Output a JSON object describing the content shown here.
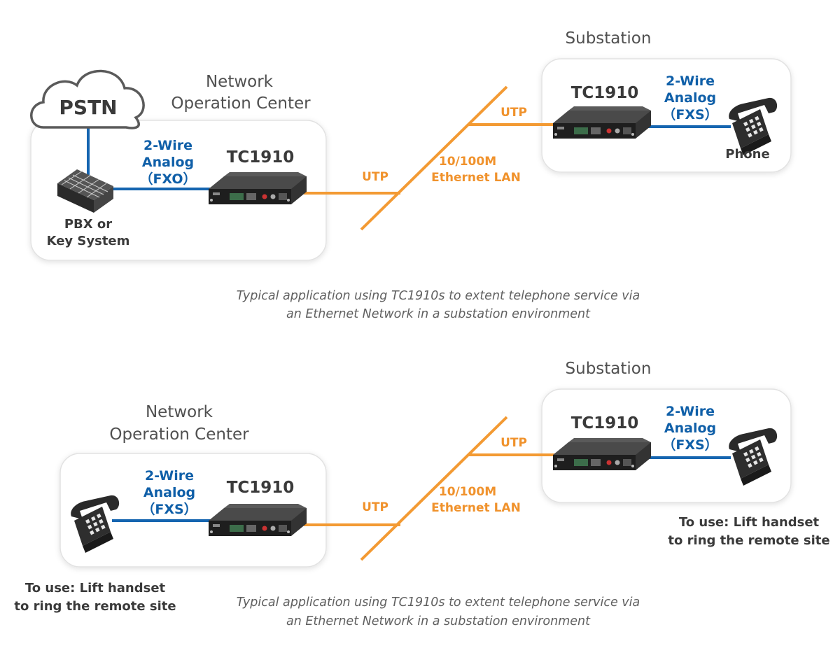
{
  "scenarios": [
    {
      "noc_title_line1": "Network",
      "noc_title_line2": "Operation Center",
      "substation_title": "Substation",
      "cloud_label": "PSTN",
      "pbx_line1": "PBX or",
      "pbx_line2": "Key System",
      "noc_device": "TC1910",
      "noc_wire_line1": "2-Wire",
      "noc_wire_line2": "Analog",
      "noc_wire_line3": "（FXO）",
      "noc_utp": "UTP",
      "lan_line1": "10/100M",
      "lan_line2": "Ethernet LAN",
      "sub_utp": "UTP",
      "sub_device": "TC1910",
      "sub_wire_line1": "2-Wire",
      "sub_wire_line2": "Analog",
      "sub_wire_line3": "（FXS）",
      "sub_phone_label": "Phone",
      "caption_line1": "Typical application using TC1910s to extent telephone service via",
      "caption_line2": "an Ethernet Network in a substation environment"
    },
    {
      "noc_title_line1": "Network",
      "noc_title_line2": "Operation Center",
      "substation_title": "Substation",
      "noc_device": "TC1910",
      "noc_wire_line1": "2-Wire",
      "noc_wire_line2": "Analog",
      "noc_wire_line3": "（FXS）",
      "noc_utp": "UTP",
      "lan_line1": "10/100M",
      "lan_line2": "Ethernet LAN",
      "sub_utp": "UTP",
      "sub_device": "TC1910",
      "sub_wire_line1": "2-Wire",
      "sub_wire_line2": "Analog",
      "sub_wire_line3": "（FXS）",
      "noc_note_line1": "To use: Lift handset",
      "noc_note_line2": "to ring the remote site",
      "sub_note_line1": "To use: Lift handset",
      "sub_note_line2": "to ring the remote site",
      "caption_line1": "Typical application using TC1910s to extent telephone service via",
      "caption_line2": "an Ethernet Network in a substation environment"
    }
  ],
  "colors": {
    "analog_line": "#1565b0",
    "utp_line": "#f39a33",
    "panel_border": "#e2e2e2",
    "device_body": "#2a2a2a"
  },
  "icons": [
    "cloud-icon",
    "pbx-icon",
    "device-icon",
    "phone-icon"
  ]
}
